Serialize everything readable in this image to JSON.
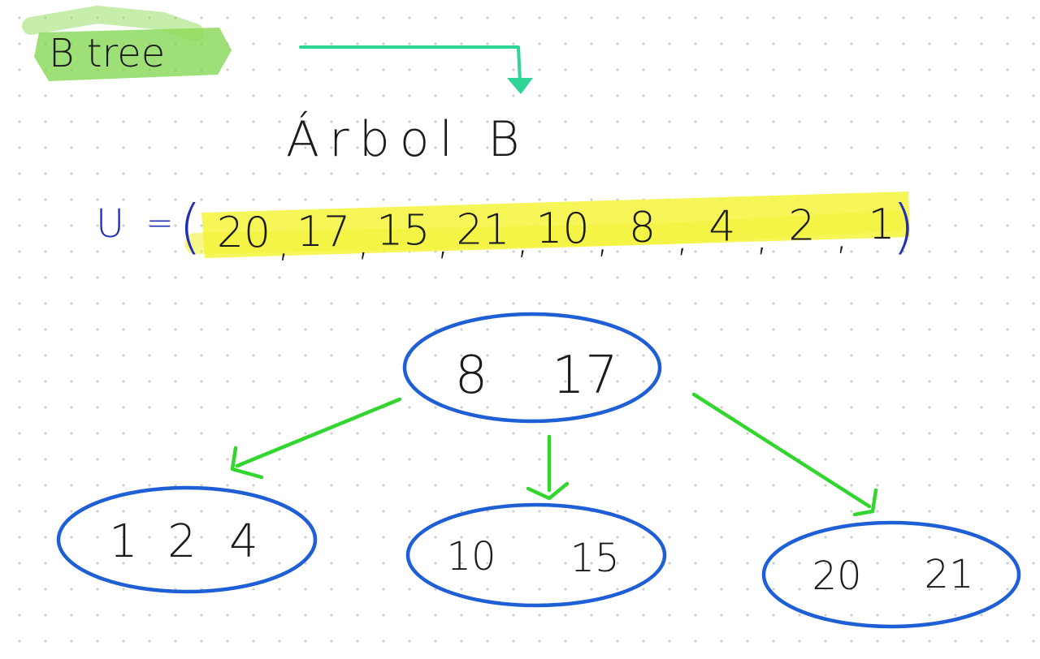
{
  "title": {
    "english": "B tree",
    "spanish": "Árbol B"
  },
  "sequence": {
    "label": "U",
    "equals": "=",
    "open_paren": "(",
    "close_paren": ")",
    "values": [
      "20",
      "17",
      "15",
      "21",
      "10",
      "8",
      "4",
      "2",
      "1"
    ],
    "separator": ","
  },
  "tree": {
    "root": {
      "keys": [
        "8",
        "17"
      ]
    },
    "children": [
      {
        "keys": [
          "1",
          "2",
          "4"
        ]
      },
      {
        "keys": [
          "10",
          "15"
        ]
      },
      {
        "keys": [
          "20",
          "21"
        ]
      }
    ]
  },
  "colors": {
    "node_outline": "#1f5fd6",
    "edge": "#33d62e",
    "title_highlight": "#7fd44a",
    "sequence_highlight": "#f4f43c",
    "translate_arrow": "#2fd497",
    "sequence_text": "#1f2fb8",
    "ink": "#1b1b1b"
  }
}
